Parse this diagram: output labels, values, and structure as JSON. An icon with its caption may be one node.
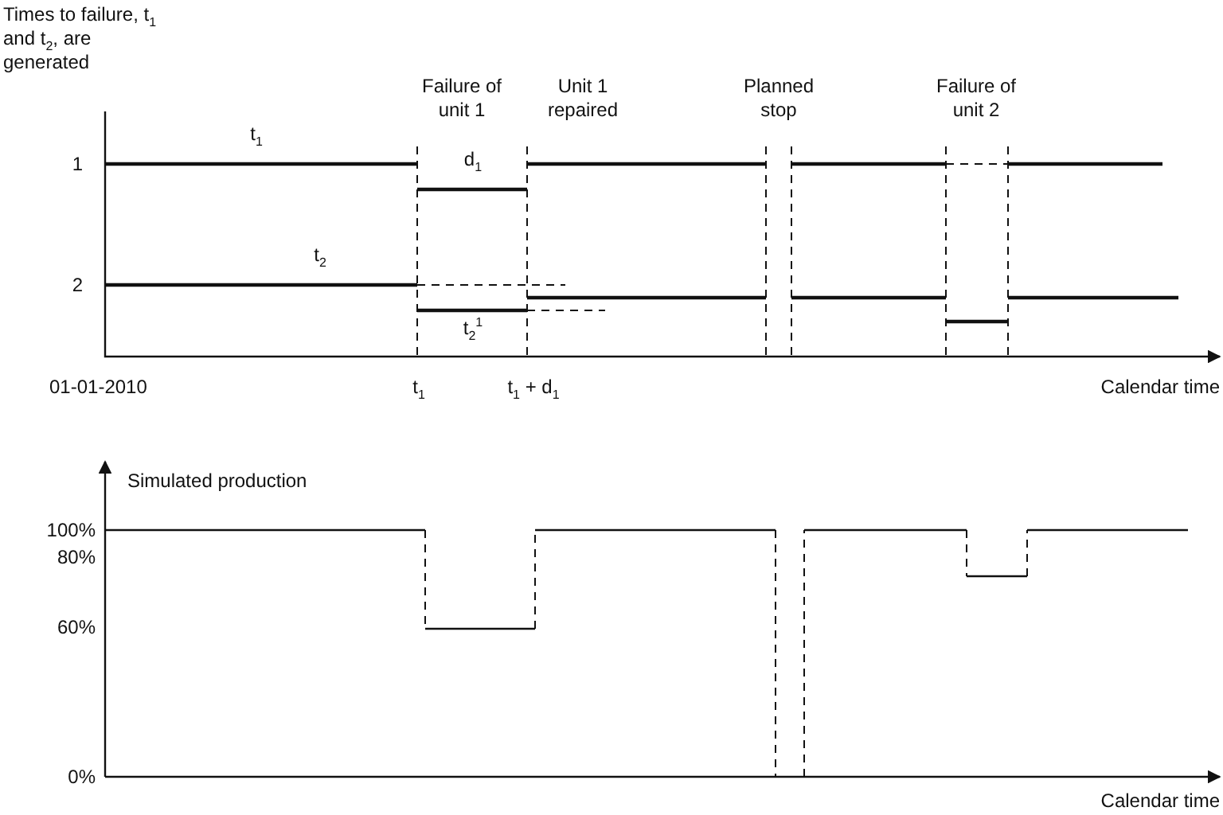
{
  "diagram": {
    "labels": [
      "Times to failure, t$_{1}$ and t$_{2}$, are generated",
      "Failure of unit 1",
      "Unit 1 repaired",
      "Planned stop",
      "Failure of unit 2",
      "t$_{1}$",
      "1",
      "d$_{1}$",
      "t$_{2}$",
      "2",
      "t$_{2}$$^{1}$",
      "01-01-2010",
      "t$_{1}$",
      "t$_{1}$ + d$_{1}$",
      "Calendar time",
      "Simulated production",
      "100%",
      "80%",
      "60%",
      "0%",
      "Calendar time"
    ]
  }
}
